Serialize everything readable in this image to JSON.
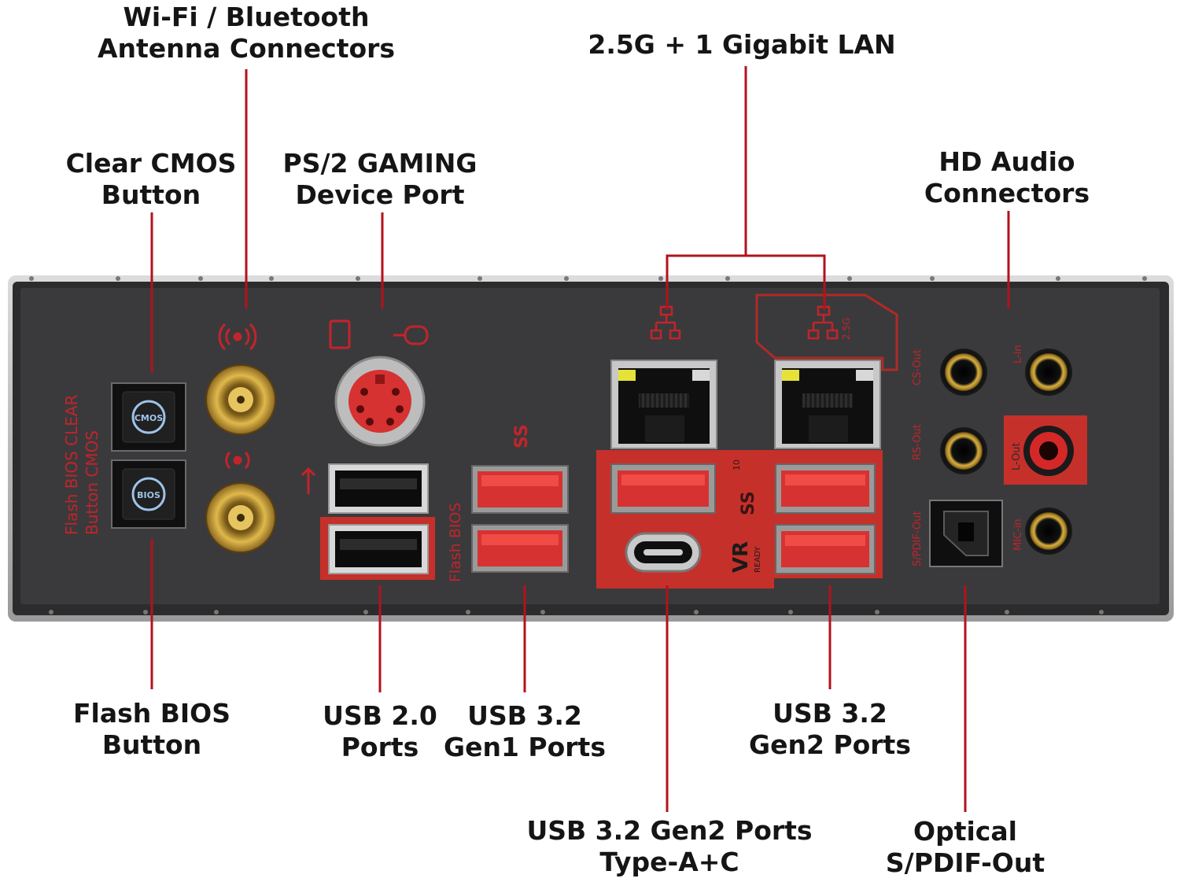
{
  "callouts": {
    "wifi": {
      "line1": "Wi-Fi / Bluetooth",
      "line2": "Antenna Connectors"
    },
    "lan": {
      "line1": "2.5G + 1 Gigabit LAN"
    },
    "clear_cmos": {
      "line1": "Clear CMOS",
      "line2": "Button"
    },
    "ps2": {
      "line1": "PS/2 GAMING",
      "line2": "Device Port"
    },
    "hd_audio": {
      "line1": "HD Audio",
      "line2": "Connectors"
    },
    "flash_bios": {
      "line1": "Flash BIOS",
      "line2": "Button"
    },
    "usb20": {
      "line1": "USB 2.0",
      "line2": "Ports"
    },
    "usb32_gen1": {
      "line1": "USB 3.2",
      "line2": "Gen1 Ports"
    },
    "usb32_gen2": {
      "line1": "USB 3.2",
      "line2": "Gen2 Ports"
    },
    "usb32_gen2_ac": {
      "line1": "USB 3.2 Gen2 Ports",
      "line2": "Type-A+C"
    },
    "optical": {
      "line1": "Optical",
      "line2": "S/PDIF-Out"
    }
  },
  "panel_labels": {
    "cmos_button": "CMOS",
    "bios_button": "BIOS",
    "flash_bios_clear_cmos_1": "Flash BIOS CLEAR",
    "flash_bios_clear_cmos_2": "Button   CMOS",
    "flash_bios_port": "Flash BIOS",
    "ss_logo_gen1": "SS",
    "ss_logo_gen2": "SS",
    "ss_gen2_superscript": "10",
    "vr_ready": "VR",
    "vr_ready_sub": "READY",
    "lan_speed": "2.5G",
    "audio_cs_out": "CS-Out",
    "audio_rs_out": "RS-Out",
    "audio_spdif_out": "S/PDIF-Out",
    "audio_line_in": "L-in",
    "audio_line_out": "L-Out",
    "audio_mic_in": "MIC-in"
  },
  "colors": {
    "accent_red": "#d3322c",
    "panel": "#3a3a3c",
    "leader_line": "#b3121c",
    "jack_gold": "#c9a23a"
  }
}
